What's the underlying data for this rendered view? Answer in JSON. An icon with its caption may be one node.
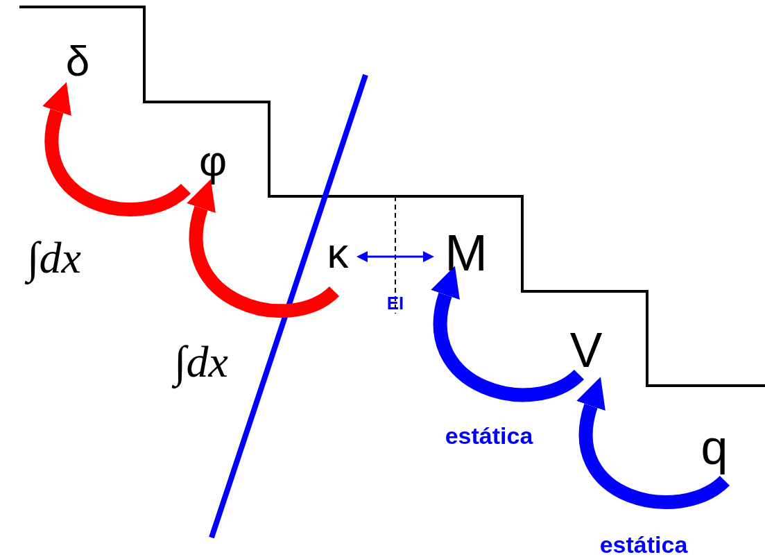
{
  "diagram": {
    "nodes": [
      {
        "text": [
          "δ"
        ]
      },
      {
        "text": [
          "φ"
        ]
      },
      {
        "text": [
          "κ"
        ]
      },
      {
        "text": [
          "M"
        ]
      },
      {
        "text": [
          "V"
        ]
      },
      {
        "text": [
          "q"
        ]
      }
    ],
    "edges": [
      {
        "from": 1,
        "to": 0,
        "arrow": "to",
        "label": "∫dx",
        "color": "#ff0000"
      },
      {
        "from": 2,
        "to": 1,
        "arrow": "to",
        "label": "∫dx",
        "color": "#ff0000"
      },
      {
        "from": 2,
        "to": 3,
        "arrow": "both",
        "label": "EI"
      },
      {
        "from": 4,
        "to": 3,
        "arrow": "to",
        "label": "estática"
      },
      {
        "from": 5,
        "to": 4,
        "arrow": "to",
        "label": "estática"
      }
    ]
  }
}
